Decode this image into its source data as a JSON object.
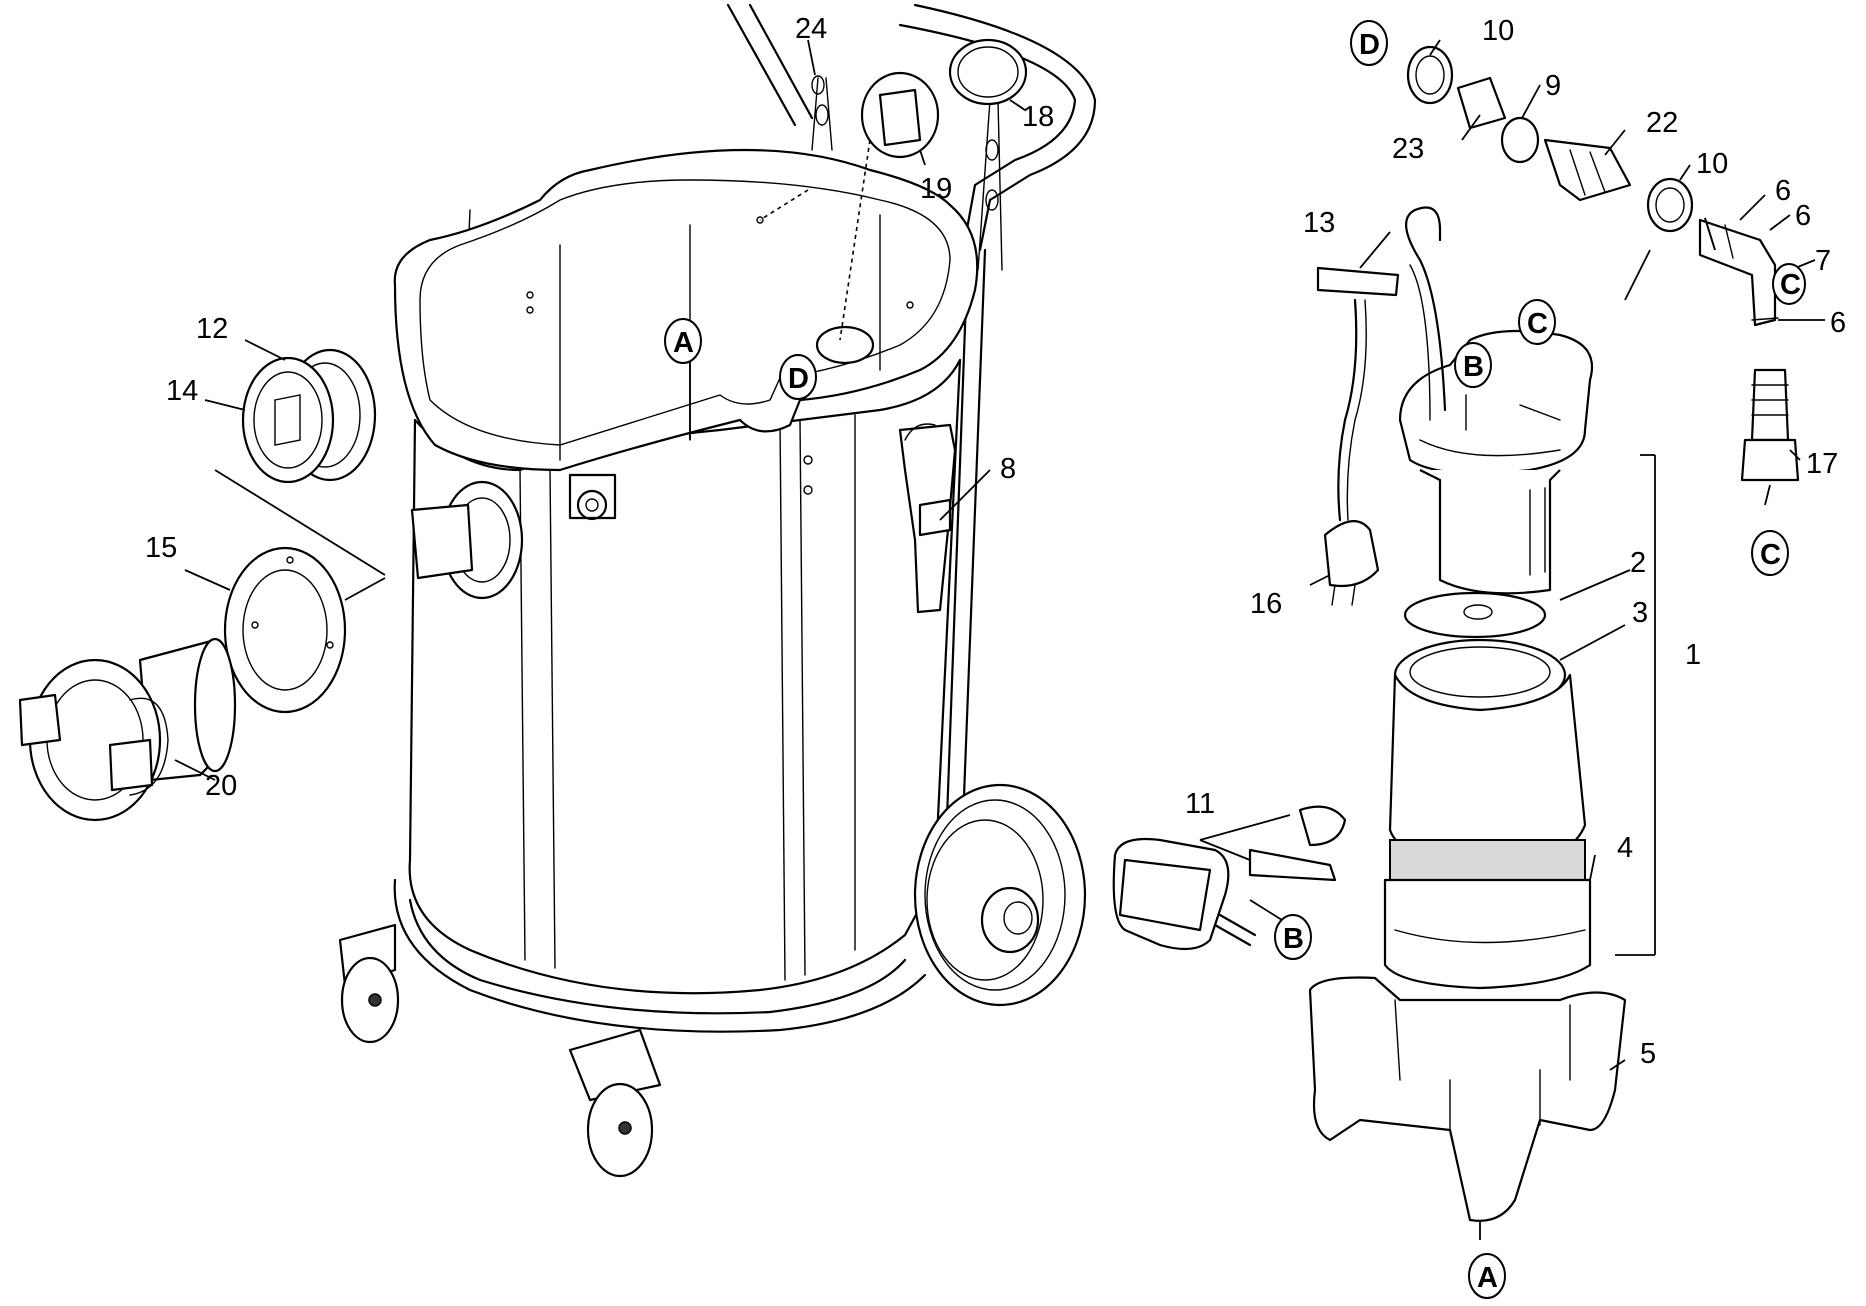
{
  "diagram": {
    "part_numbers": [
      "1",
      "2",
      "3",
      "4",
      "5",
      "6",
      "6",
      "6",
      "7",
      "8",
      "9",
      "10",
      "10",
      "11",
      "12",
      "13",
      "14",
      "15",
      "16",
      "17",
      "18",
      "19",
      "20",
      "22",
      "23",
      "24"
    ],
    "connectors": [
      "A",
      "A",
      "B",
      "B",
      "C",
      "C",
      "C",
      "D",
      "D"
    ]
  }
}
